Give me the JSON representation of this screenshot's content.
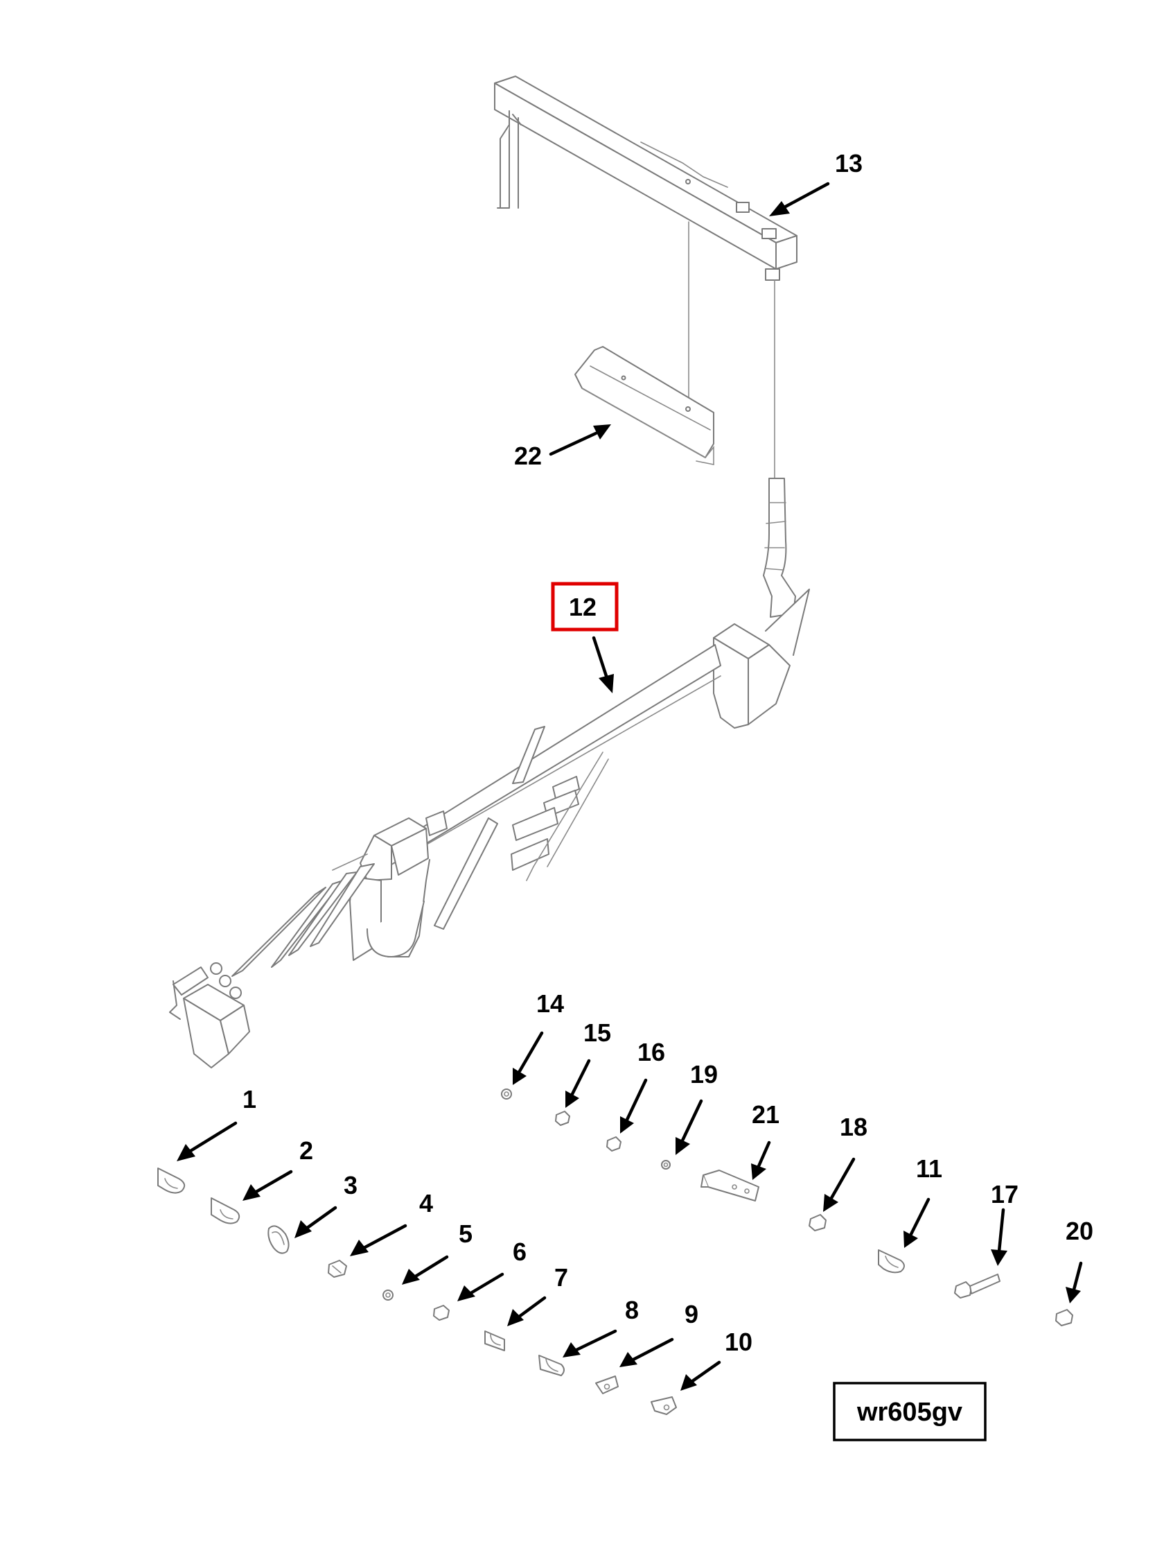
{
  "diagram": {
    "reference_code": "wr605gv",
    "highlighted_callout": "12",
    "callouts": {
      "c1": "1",
      "c2": "2",
      "c3": "3",
      "c4": "4",
      "c5": "5",
      "c6": "6",
      "c7": "7",
      "c8": "8",
      "c9": "9",
      "c10": "10",
      "c11": "11",
      "c12": "12",
      "c13": "13",
      "c14": "14",
      "c15": "15",
      "c16": "16",
      "c17": "17",
      "c18": "18",
      "c19": "19",
      "c20": "20",
      "c21": "21",
      "c22": "22"
    },
    "colors": {
      "highlight": "#e00000",
      "line": "#7a7a7a",
      "callout": "#000000"
    }
  }
}
